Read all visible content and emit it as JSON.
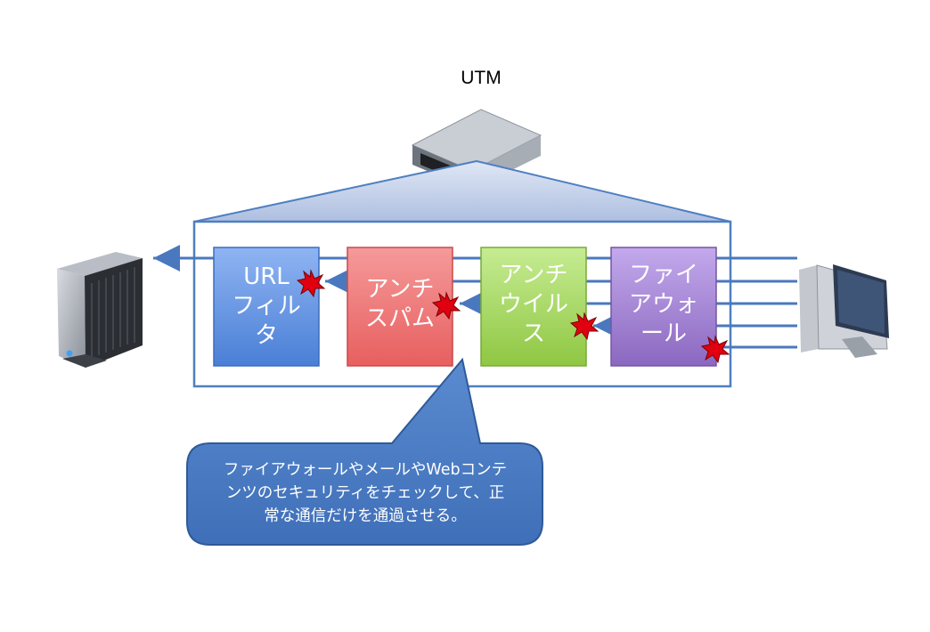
{
  "utm": {
    "label": "UTM"
  },
  "modules": [
    {
      "label": "URL\nフィル\nタ",
      "color": "#5b8fe0"
    },
    {
      "label": "アンチ\nスパム",
      "color": "#ef6e6e"
    },
    {
      "label": "アンチ\nウイル\nス",
      "color": "#99d150"
    },
    {
      "label": "ファイ\nアウォ\nール",
      "color": "#9e7dcc"
    }
  ],
  "callout": {
    "text": "ファイアウォールやメールやWebコンテ\nンツのセキュリティをチェックして、正\n常な通信だけを通過させる。"
  },
  "colors": {
    "frame": "#4f7fc1",
    "traffic_line": "#4a78bf",
    "callout_fill": "#4d7fc4",
    "threat_mark": "#e0000f"
  },
  "icons": [
    "server-icon",
    "tower-server-icon",
    "desktop-monitor-icon",
    "threat-burst-icon"
  ]
}
